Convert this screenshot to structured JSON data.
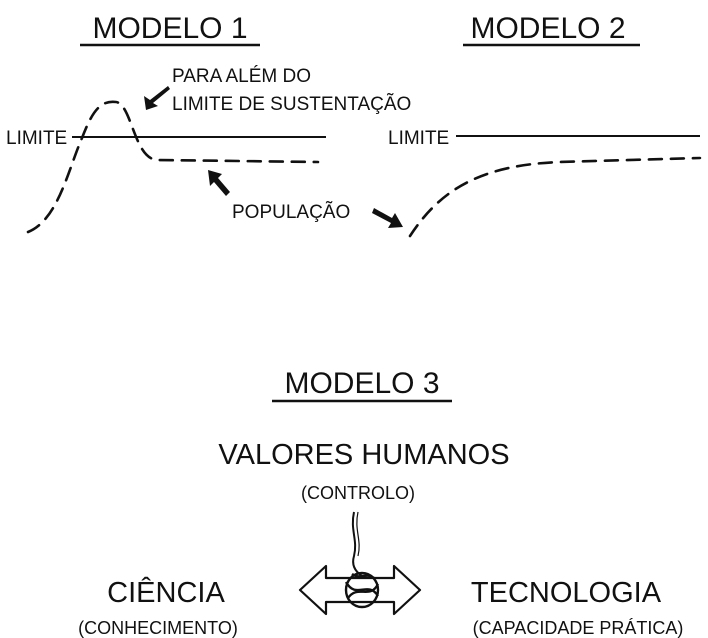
{
  "model1": {
    "title": "MODELO 1",
    "limit_label": "LIMITE",
    "overshoot_label_line1": "PARA ALÉM DO",
    "overshoot_label_line2": "LIMITE DE SUSTENTAÇÃO",
    "population_label": "POPULAÇÃO"
  },
  "model2": {
    "title": "MODELO 2",
    "limit_label": "LIMITE"
  },
  "model3": {
    "title": "MODELO 3",
    "top_label": "VALORES HUMANOS",
    "top_sub": "(CONTROLO)",
    "left_label": "CIÊNCIA",
    "left_sub": "(CONHECIMENTO)",
    "right_label": "TECNOLOGIA",
    "right_sub": "(CAPACIDADE PRÁTICA)"
  }
}
